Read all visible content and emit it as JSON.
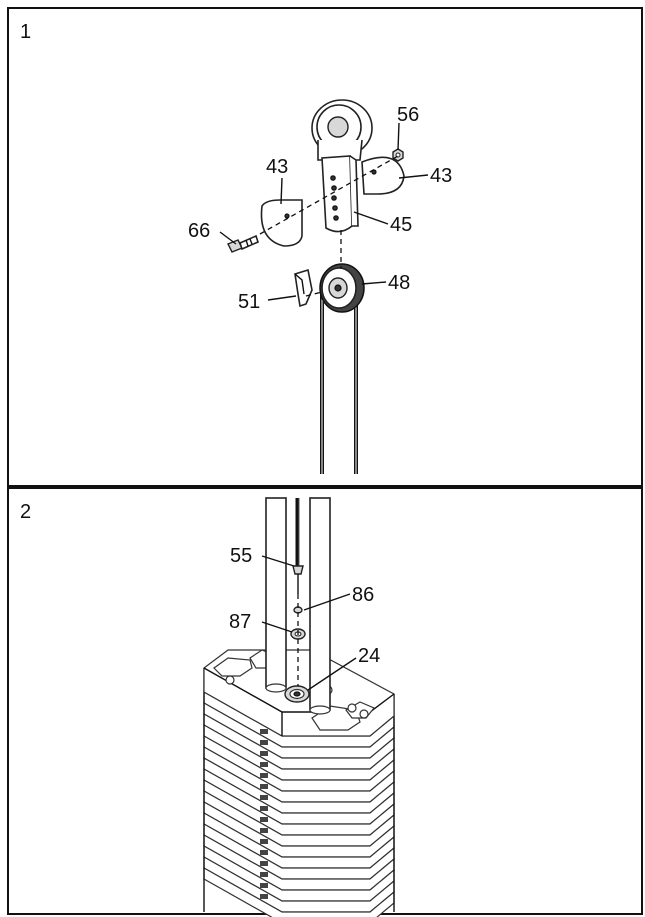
{
  "panels": [
    {
      "number": "1",
      "callouts": [
        {
          "text": "56"
        },
        {
          "text": "43"
        },
        {
          "text": "43"
        },
        {
          "text": "66"
        },
        {
          "text": "45"
        },
        {
          "text": "48"
        },
        {
          "text": "51"
        }
      ]
    },
    {
      "number": "2",
      "callouts": [
        {
          "text": "55"
        },
        {
          "text": "86"
        },
        {
          "text": "87"
        },
        {
          "text": "24"
        }
      ]
    }
  ]
}
